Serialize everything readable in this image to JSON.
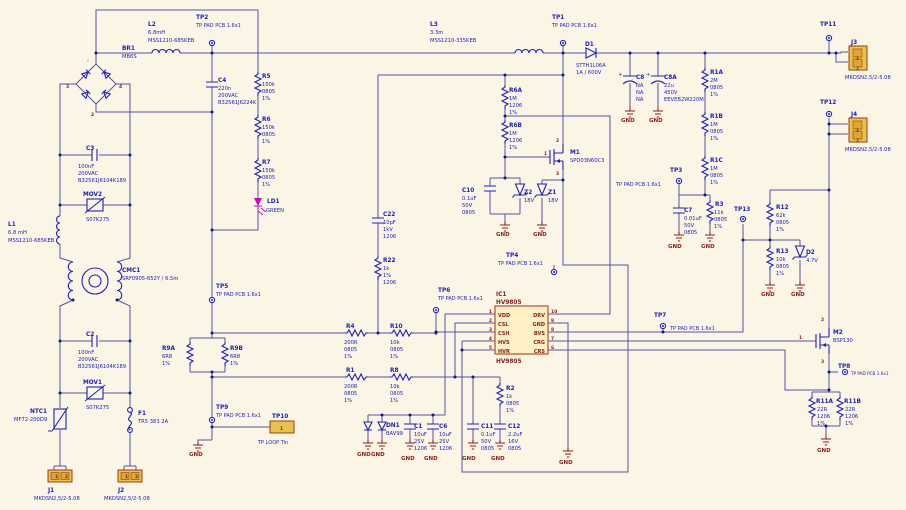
{
  "colors": {
    "bg": "#fbf5e6",
    "wire": "#5353a3",
    "symbol": "#2020c0",
    "dark_red": "#8b2020",
    "ic_fill": "#fdf0c4",
    "ic_border": "#b05030",
    "connector_fill": "#e8c34c",
    "led": "#cc00cc"
  },
  "labels": {
    "gnd": "GND",
    "tp_pad": "TP PAD PCB 1.6x1",
    "tp_loop": "TP LOOP Tin",
    "plus": "+"
  },
  "components": {
    "br1": {
      "ref": "BR1",
      "lines": [
        "MB6S"
      ],
      "pins": [
        "3",
        "4",
        "-",
        "2"
      ]
    },
    "l1": {
      "ref": "L1",
      "lines": [
        "6.8 mH",
        "MSS1210-685KEB"
      ]
    },
    "l2": {
      "ref": "L2",
      "lines": [
        "6.8mH",
        "MSS1210-685KEB"
      ]
    },
    "l3": {
      "ref": "L3",
      "lines": [
        "3.3m",
        "MSS1210-335KEB"
      ]
    },
    "cmc1": {
      "ref": "CMC1",
      "lines": [
        "SRF0905-652Y / 6.5m"
      ]
    },
    "c2": {
      "ref": "C2",
      "lines": [
        "100nF",
        "200VAC",
        "B32561J6104K189"
      ]
    },
    "c3": {
      "ref": "C3",
      "lines": [
        "100nF",
        "200VAC",
        "B32561J6104K189"
      ]
    },
    "c4": {
      "ref": "C4",
      "lines": [
        "220n",
        "200VAC",
        "B32561J6224K"
      ]
    },
    "mov1": {
      "ref": "MOV1",
      "lines": [
        "S07K275"
      ]
    },
    "mov2": {
      "ref": "MOV2",
      "lines": [
        "S07K275"
      ]
    },
    "ntc1": {
      "ref": "NTC1",
      "lines": [
        "MF72-200D9"
      ]
    },
    "f1": {
      "ref": "F1",
      "lines": [
        "TR5 383 2A"
      ]
    },
    "j1": {
      "ref": "J1",
      "lines": [
        "MKDSN2,5/2-5.08"
      ],
      "pins": [
        "1",
        "2"
      ]
    },
    "j2": {
      "ref": "J2",
      "lines": [
        "MKDSN2,5/2-5.08"
      ],
      "pins": [
        "1",
        "2"
      ]
    },
    "j3": {
      "ref": "J3",
      "lines": [
        "MKDSN2,5/2-5.08"
      ],
      "pins": [
        "1",
        "2"
      ]
    },
    "j4": {
      "ref": "J4",
      "lines": [
        "MKDSN2,5/2-5.08"
      ],
      "pins": [
        "1",
        "2"
      ]
    },
    "r5": {
      "ref": "R5",
      "lines": [
        "150k",
        "0805",
        "1%"
      ]
    },
    "r6": {
      "ref": "R6",
      "lines": [
        "150k",
        "0805",
        "1%"
      ]
    },
    "r7": {
      "ref": "R7",
      "lines": [
        "150k",
        "0805",
        "1%"
      ]
    },
    "ld1": {
      "ref": "LD1",
      "lines": [
        "GREEN"
      ]
    },
    "d1": {
      "ref": "D1",
      "lines": [
        "STTH1L06A",
        "1A / 600V"
      ]
    },
    "c8": {
      "ref": "C8",
      "lines": [
        "NA",
        "NA",
        "NA"
      ]
    },
    "c8a": {
      "ref": "C8A",
      "lines": [
        "22u",
        "450V",
        "EEVEB2W220M"
      ]
    },
    "r1a": {
      "ref": "R1A",
      "lines": [
        "2M",
        "0805",
        "1%"
      ]
    },
    "r1b": {
      "ref": "R1B",
      "lines": [
        "1M",
        "0805",
        "1%"
      ]
    },
    "r1c": {
      "ref": "R1C",
      "lines": [
        "1M",
        "0805",
        "1%"
      ]
    },
    "r6a": {
      "ref": "R6A",
      "lines": [
        "1M",
        "1206",
        "1%"
      ]
    },
    "r6b": {
      "ref": "R6B",
      "lines": [
        "1M",
        "1206",
        "1%"
      ]
    },
    "m1": {
      "ref": "M1",
      "lines": [
        "SPD03N60C3"
      ],
      "pins": [
        "1",
        "2",
        "3"
      ]
    },
    "m2": {
      "ref": "M2",
      "lines": [
        "BSP130"
      ],
      "pins": [
        "1",
        "2",
        "3"
      ]
    },
    "c10": {
      "ref": "C10",
      "lines": [
        "0.1uF",
        "50V",
        "0805"
      ]
    },
    "z1": {
      "ref": "Z1",
      "lines": [
        "18V"
      ]
    },
    "z2": {
      "ref": "Z2",
      "lines": [
        "18V"
      ]
    },
    "c22": {
      "ref": "C22",
      "lines": [
        "10pF",
        "1kV",
        "1206"
      ]
    },
    "r22": {
      "ref": "R22",
      "lines": [
        "1k",
        "1%",
        "1206"
      ]
    },
    "c7": {
      "ref": "C7",
      "lines": [
        "0.01uF",
        "50V",
        "0805"
      ]
    },
    "r3": {
      "ref": "R3",
      "lines": [
        "11k",
        "0805",
        "1%"
      ]
    },
    "r12": {
      "ref": "R12",
      "lines": [
        "62k",
        "0805",
        "1%"
      ]
    },
    "r13": {
      "ref": "R13",
      "lines": [
        "10k",
        "0805",
        "1%"
      ]
    },
    "d2": {
      "ref": "D2",
      "lines": [
        "4.7V"
      ]
    },
    "r9a": {
      "ref": "R9A",
      "lines": [
        "6R8",
        "1%"
      ]
    },
    "r9b": {
      "ref": "R9B",
      "lines": [
        "6R8",
        "1%"
      ]
    },
    "r4": {
      "ref": "R4",
      "lines": [
        "200R",
        "0805",
        "1%"
      ]
    },
    "r10": {
      "ref": "R10",
      "lines": [
        "10k",
        "0805",
        "1%"
      ]
    },
    "r1": {
      "ref": "R1",
      "lines": [
        "200R",
        "0805",
        "1%"
      ]
    },
    "r8": {
      "ref": "R8",
      "lines": [
        "10k",
        "0805",
        "1%"
      ]
    },
    "dn1": {
      "ref": "DN1",
      "lines": [
        "BAV99"
      ]
    },
    "c1": {
      "ref": "C1",
      "lines": [
        "10uF",
        "25V",
        "1206"
      ]
    },
    "c6": {
      "ref": "C6",
      "lines": [
        "10uF",
        "25V",
        "1206"
      ]
    },
    "c11": {
      "ref": "C11",
      "lines": [
        "0.1uF",
        "50V",
        "0805"
      ]
    },
    "c12": {
      "ref": "C12",
      "lines": [
        "2.2uF",
        "16V",
        "0805"
      ]
    },
    "r2": {
      "ref": "R2",
      "lines": [
        "1k",
        "0805",
        "1%"
      ]
    },
    "r11a": {
      "ref": "R11A",
      "lines": [
        "22R",
        "1206",
        "1%"
      ]
    },
    "r11b": {
      "ref": "R11B",
      "lines": [
        "22R",
        "1206",
        "1%"
      ]
    },
    "ic1": {
      "ref": "IC1",
      "part": "HV9805",
      "part_bottom": "HV9805",
      "left": [
        {
          "n": "1",
          "name": "VDD"
        },
        {
          "n": "2",
          "name": "CSL"
        },
        {
          "n": "3",
          "name": "CSH"
        },
        {
          "n": "4",
          "name": "HVS"
        },
        {
          "n": "5",
          "name": "HVR"
        }
      ],
      "right": [
        {
          "n": "10",
          "name": "DRV"
        },
        {
          "n": "9",
          "name": "GND"
        },
        {
          "n": "8",
          "name": "BVS"
        },
        {
          "n": "7",
          "name": "CRG"
        },
        {
          "n": "6",
          "name": "CRS"
        }
      ]
    }
  },
  "testpoints": {
    "tp1": {
      "ref": "TP1"
    },
    "tp2": {
      "ref": "TP2"
    },
    "tp3": {
      "ref": "TP3"
    },
    "tp4": {
      "ref": "TP4"
    },
    "tp5": {
      "ref": "TP5"
    },
    "tp6": {
      "ref": "TP6"
    },
    "tp7": {
      "ref": "TP7"
    },
    "tp8": {
      "ref": "TP8"
    },
    "tp9": {
      "ref": "TP9"
    },
    "tp10": {
      "ref": "TP10",
      "pin": "1"
    },
    "tp11": {
      "ref": "TP11"
    },
    "tp12": {
      "ref": "TP12"
    },
    "tp13": {
      "ref": "TP13"
    }
  }
}
